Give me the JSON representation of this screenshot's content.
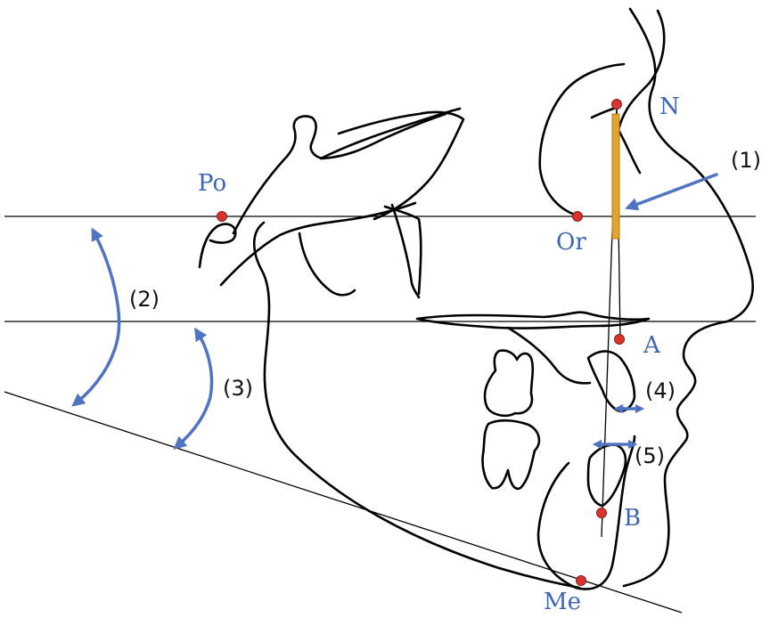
{
  "colors": {
    "landmark_point": "#d9342b",
    "landmark_text": "#3e66b0",
    "measure_arrow": "#4f74c2",
    "incisor_bar": "#e0a52a"
  },
  "landmarks": {
    "po": "Po",
    "or": "Or",
    "n": "N",
    "a": "A",
    "b": "B",
    "me": "Me"
  },
  "measurements": {
    "m1": "(1)",
    "m2": "(2)",
    "m3": "(3)",
    "m4": "(4)",
    "m5": "(5)"
  }
}
